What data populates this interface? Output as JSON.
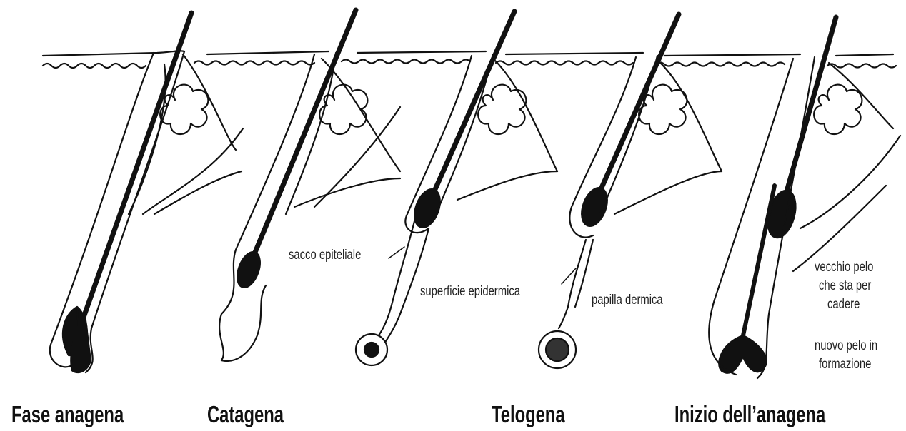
{
  "labels": {
    "sacco": "sacco epiteliale",
    "superficie": "superficie epidermica",
    "papilla": "papilla dermica",
    "vecchio_line1": "vecchio pelo",
    "vecchio_line2": "che sta per",
    "vecchio_line3": "cadere",
    "nuovo_line1": "nuovo pelo in",
    "nuovo_line2": "formazione"
  },
  "phases": {
    "anagena": "Fase anagena",
    "catagena": "Catagena",
    "telogena": "Telogena",
    "inizio": "Inizio dell’anagena"
  },
  "colors": {
    "ink": "#111111",
    "background": "#ffffff"
  }
}
